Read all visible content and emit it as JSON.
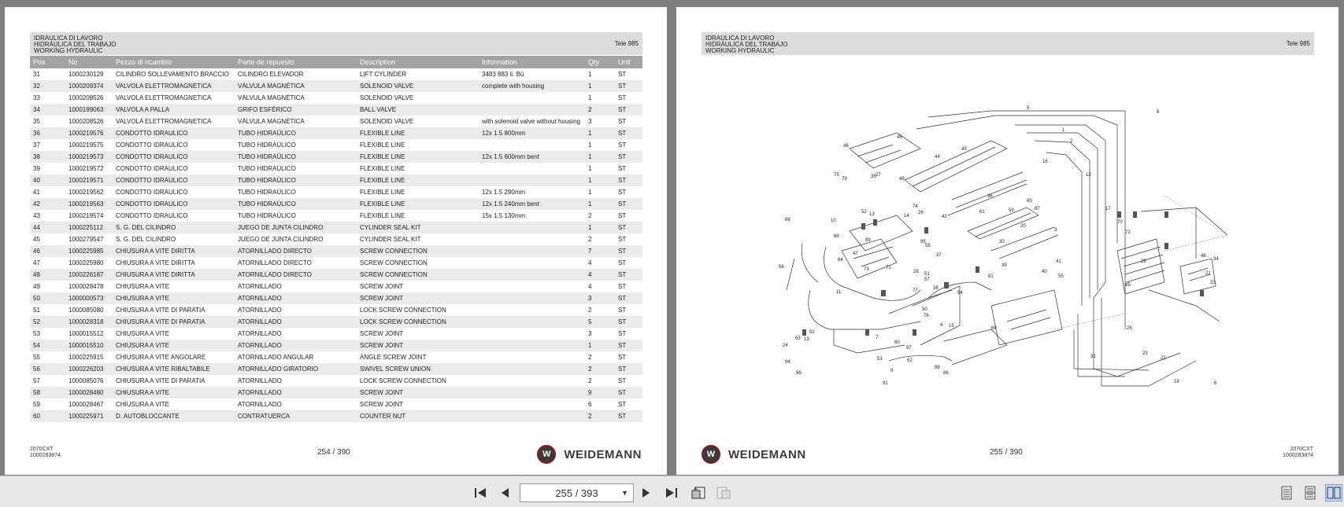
{
  "header": {
    "line1": "IDRAULICA DI LAVORO",
    "line2": "HIDRÁULICA DEL TRABAJO",
    "line3": "WORKING HYDRAULIC",
    "model": "Tele 985"
  },
  "table": {
    "columns": [
      "Pos",
      "No",
      "Pezzo di ricambio",
      "Parte de repuesto",
      "Description",
      "Information",
      "Qty",
      "Unit"
    ],
    "rows": [
      [
        "31",
        "1000230129",
        "CILINDRO SOLLEVAMENTO BRACCIO",
        "CILINDRO ELEVADOR",
        "LIFT CYLINDER",
        "3483 883 li. Bü",
        "1",
        "ST"
      ],
      [
        "32",
        "1000209374",
        "VALVOLA ELETTROMAGNETICA",
        "VÁLVULA MAGNÉTICA",
        "SOLENOID VALVE",
        "complete with housing",
        "1",
        "ST"
      ],
      [
        "33",
        "1000208526",
        "VALVOLA ELETTROMAGNETICA",
        "VÁLVULA MAGNÉTICA",
        "SOLENOID VALVE",
        "",
        "1",
        "ST"
      ],
      [
        "34",
        "1000199063",
        "VALVOLA A PALLA",
        "GRIFO ESFÉRICO",
        "BALL VALVE",
        "",
        "2",
        "ST"
      ],
      [
        "35",
        "1000208526",
        "VALVOLA ELETTROMAGNETICA",
        "VÁLVULA MAGNÉTICA",
        "SOLENOID VALVE",
        "with solenoid valve without housing",
        "3",
        "ST"
      ],
      [
        "36",
        "1000219576",
        "CONDOTTO IDRAULICO",
        "TUBO HIDRAÚLICO",
        "FLEXIBLE LINE",
        "12x 1.5  800mm",
        "1",
        "ST"
      ],
      [
        "37",
        "1000219575",
        "CONDOTTO IDRAULICO",
        "TUBO HIDRAÚLICO",
        "FLEXIBLE LINE",
        "",
        "1",
        "ST"
      ],
      [
        "38",
        "1000219573",
        "CONDOTTO IDRAULICO",
        "TUBO HIDRAÚLICO",
        "FLEXIBLE LINE",
        "12x 1.5  600mm bent",
        "1",
        "ST"
      ],
      [
        "39",
        "1000219572",
        "CONDOTTO IDRAULICO",
        "TUBO HIDRAÚLICO",
        "FLEXIBLE LINE",
        "",
        "1",
        "ST"
      ],
      [
        "40",
        "1000219571",
        "CONDOTTO IDRAULICO",
        "TUBO HIDRAÚLICO",
        "FLEXIBLE LINE",
        "",
        "1",
        "ST"
      ],
      [
        "41",
        "1000219562",
        "CONDOTTO IDRAULICO",
        "TUBO HIDRAÚLICO",
        "FLEXIBLE LINE",
        "12x 1.5  290mm",
        "1",
        "ST"
      ],
      [
        "42",
        "1000219563",
        "CONDOTTO IDRAULICO",
        "TUBO HIDRAÚLICO",
        "FLEXIBLE LINE",
        "12x 1.5  240mm bent",
        "1",
        "ST"
      ],
      [
        "43",
        "1000219574",
        "CONDOTTO IDRAULICO",
        "TUBO HIDRAÚLICO",
        "FLEXIBLE LINE",
        "15x 1.5  130mm",
        "2",
        "ST"
      ],
      [
        "44",
        "1000225112",
        "S. G. DEL CILINDRO",
        "JUEGO DE JUNTA CILINDRO",
        "CYLINDER SEAL KIT",
        "",
        "1",
        "ST"
      ],
      [
        "45",
        "1000279547",
        "S. G. DEL CILINDRO",
        "JUEGO DE JUNTA CILINDRO",
        "CYLINDER SEAL KIT",
        "",
        "2",
        "ST"
      ],
      [
        "46",
        "1000225985",
        "CHIUSURA A VITE DIRITTA",
        "ATORNILLADO DIRECTO",
        "SCREW CONNECTION",
        "",
        "7",
        "ST"
      ],
      [
        "47",
        "1000225980",
        "CHIUSURA A VITE DIRITTA",
        "ATORNILLADO DIRECTO",
        "SCREW CONNECTION",
        "",
        "4",
        "ST"
      ],
      [
        "48",
        "1000226187",
        "CHIUSURA A VITE DIRITTA",
        "ATORNILLADO DIRECTO",
        "SCREW CONNECTION",
        "",
        "4",
        "ST"
      ],
      [
        "49",
        "1000028478",
        "CHIUSURA A VITE",
        "ATORNILLADO",
        "SCREW JOINT",
        "",
        "4",
        "ST"
      ],
      [
        "50",
        "1000000573",
        "CHIUSURA A VITE",
        "ATORNILLADO",
        "SCREW JOINT",
        "",
        "3",
        "ST"
      ],
      [
        "51",
        "1000085080",
        "CHIUSURA A VITE DI PARATIA",
        "ATORNILLADO",
        "LOCK SCREW CONNECTION",
        "",
        "2",
        "ST"
      ],
      [
        "52",
        "1000028318",
        "CHIUSURA A VITE DI PARATIA",
        "ATORNILLADO",
        "LOCK SCREW CONNECTION",
        "",
        "5",
        "ST"
      ],
      [
        "53",
        "1000015512",
        "CHIUSURA A VITE",
        "ATORNILLADO",
        "SCREW JOINT",
        "",
        "3",
        "ST"
      ],
      [
        "54",
        "1000015510",
        "CHIUSURA A VITE",
        "ATORNILLADO",
        "SCREW JOINT",
        "",
        "1",
        "ST"
      ],
      [
        "55",
        "1000225915",
        "CHIUSURA A VITE ANGOLARE",
        "ATORNILLADO ANGULAR",
        "ANGLE SCREW JOINT",
        "",
        "2",
        "ST"
      ],
      [
        "56",
        "1000226203",
        "CHIUSURA A VITE RIBALTABILE",
        "ATORNILLADO GIRATORIO",
        "SWIVEL SCREW UNION",
        "",
        "2",
        "ST"
      ],
      [
        "57",
        "1000085076",
        "CHIUSURA A VITE DI PARATIA",
        "ATORNILLADO",
        "LOCK SCREW CONNECTION",
        "",
        "2",
        "ST"
      ],
      [
        "58",
        "1000028480",
        "CHIUSURA A VITE",
        "ATORNILLADO",
        "SCREW JOINT",
        "",
        "9",
        "ST"
      ],
      [
        "59",
        "1000028467",
        "CHIUSURA A VITE",
        "ATORNILLADO",
        "SCREW JOINT",
        "",
        "6",
        "ST"
      ],
      [
        "60",
        "1000225971",
        "D. AUTOBLOCCANTE",
        "CONTRATUERCA",
        "COUNTER NUT",
        "",
        "2",
        "ST"
      ]
    ]
  },
  "footer": {
    "left_line1": "2070CXT",
    "left_line2": "1000283874",
    "page_left": "254 / 390",
    "page_right": "255 / 390",
    "brand": "WEIDEMANN",
    "brand_mark": "W"
  },
  "diagram": {
    "labels": [
      "5",
      "8",
      "1",
      "2",
      "16",
      "45",
      "44",
      "43",
      "48",
      "75",
      "79",
      "35",
      "27",
      "49",
      "74",
      "36",
      "65",
      "12",
      "26",
      "42",
      "59",
      "61",
      "20",
      "87",
      "17",
      "68",
      "10",
      "52",
      "13",
      "14",
      "58",
      "66",
      "47",
      "64",
      "56",
      "89",
      "71",
      "73",
      "28",
      "37",
      "3",
      "30",
      "15",
      "60",
      "62",
      "53",
      "92",
      "63",
      "19",
      "24",
      "94",
      "96",
      "25",
      "23",
      "22",
      "18",
      "6",
      "21",
      "33",
      "34",
      "46",
      "11",
      "9",
      "7",
      "91",
      "57",
      "4",
      "50",
      "51",
      "38",
      "39",
      "40",
      "55",
      "41",
      "31",
      "70",
      "72",
      "54",
      "97",
      "86",
      "88",
      "77",
      "76",
      "69",
      "81",
      "85",
      "95",
      "29"
    ]
  },
  "toolbar": {
    "page_indicator": "255 / 393"
  },
  "colors": {
    "header_bg": "#dcdcdc",
    "table_header_bg": "#a3a3a3",
    "viewer_bg": "#7f7f7f",
    "brand_accent": "#8a1a1a"
  }
}
